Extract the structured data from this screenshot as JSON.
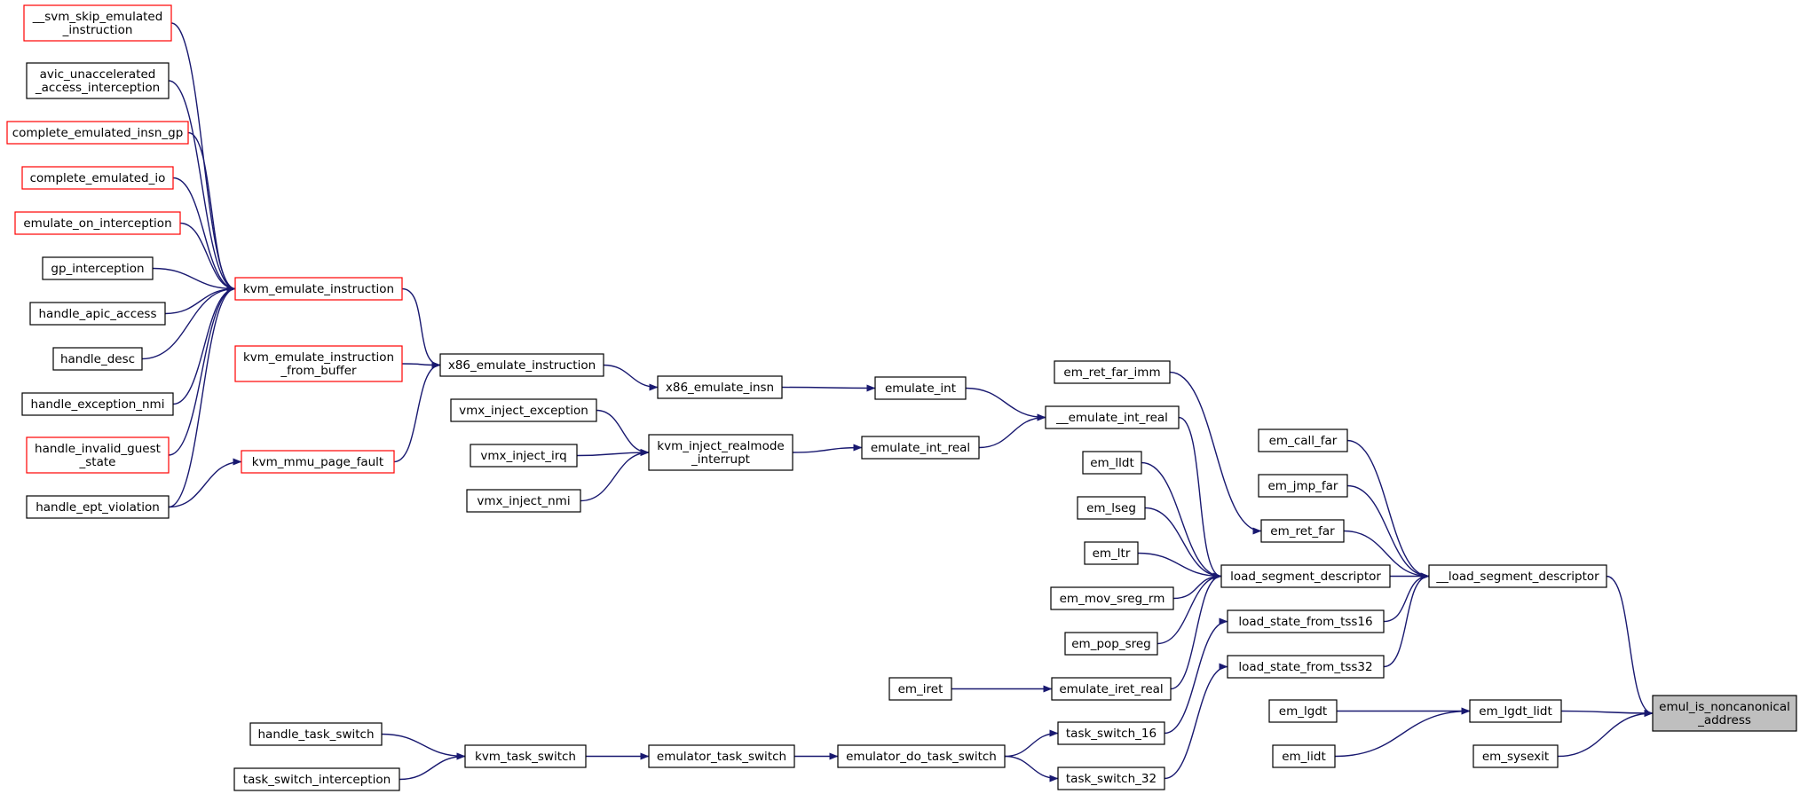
{
  "graph": {
    "direction": "right-to-left caller graph",
    "colors": {
      "edge": "#191970",
      "node_border": "#000000",
      "truncated_node_border": "#ff0000",
      "root_fill": "#bfbfbf"
    },
    "nodes": [
      {
        "id": "root",
        "lines": [
          "emul_is_noncanonical",
          "_address"
        ],
        "style": "root"
      },
      {
        "id": "lsd2",
        "lines": [
          "__load_segment_descriptor"
        ],
        "style": "normal"
      },
      {
        "id": "lgdtlidt",
        "lines": [
          "em_lgdt_lidt"
        ],
        "style": "normal"
      },
      {
        "id": "sysexit",
        "lines": [
          "em_sysexit"
        ],
        "style": "normal"
      },
      {
        "id": "callfar",
        "lines": [
          "em_call_far"
        ],
        "style": "normal"
      },
      {
        "id": "jmpfar",
        "lines": [
          "em_jmp_far"
        ],
        "style": "normal"
      },
      {
        "id": "retfar",
        "lines": [
          "em_ret_far"
        ],
        "style": "normal"
      },
      {
        "id": "lsd",
        "lines": [
          "load_segment_descriptor"
        ],
        "style": "normal"
      },
      {
        "id": "tss16",
        "lines": [
          "load_state_from_tss16"
        ],
        "style": "normal"
      },
      {
        "id": "tss32",
        "lines": [
          "load_state_from_tss32"
        ],
        "style": "normal"
      },
      {
        "id": "lgdt",
        "lines": [
          "em_lgdt"
        ],
        "style": "normal"
      },
      {
        "id": "lidt",
        "lines": [
          "em_lidt"
        ],
        "style": "normal"
      },
      {
        "id": "retfarimm",
        "lines": [
          "em_ret_far_imm"
        ],
        "style": "normal"
      },
      {
        "id": "emuintreal2",
        "lines": [
          "__emulate_int_real"
        ],
        "style": "normal"
      },
      {
        "id": "lldt",
        "lines": [
          "em_lldt"
        ],
        "style": "normal"
      },
      {
        "id": "lseg",
        "lines": [
          "em_lseg"
        ],
        "style": "normal"
      },
      {
        "id": "ltr",
        "lines": [
          "em_ltr"
        ],
        "style": "normal"
      },
      {
        "id": "movsreg",
        "lines": [
          "em_mov_sreg_rm"
        ],
        "style": "normal"
      },
      {
        "id": "popsreg",
        "lines": [
          "em_pop_sreg"
        ],
        "style": "normal"
      },
      {
        "id": "iretreal",
        "lines": [
          "emulate_iret_real"
        ],
        "style": "normal"
      },
      {
        "id": "ts16",
        "lines": [
          "task_switch_16"
        ],
        "style": "normal"
      },
      {
        "id": "ts32",
        "lines": [
          "task_switch_32"
        ],
        "style": "normal"
      },
      {
        "id": "emuint",
        "lines": [
          "emulate_int"
        ],
        "style": "normal"
      },
      {
        "id": "emuintreal",
        "lines": [
          "emulate_int_real"
        ],
        "style": "normal"
      },
      {
        "id": "iret",
        "lines": [
          "em_iret"
        ],
        "style": "normal"
      },
      {
        "id": "edts",
        "lines": [
          "emulator_do_task_switch"
        ],
        "style": "normal"
      },
      {
        "id": "x86insn",
        "lines": [
          "x86_emulate_insn"
        ],
        "style": "normal"
      },
      {
        "id": "kirm",
        "lines": [
          "kvm_inject_realmode",
          "_interrupt"
        ],
        "style": "normal"
      },
      {
        "id": "ets",
        "lines": [
          "emulator_task_switch"
        ],
        "style": "normal"
      },
      {
        "id": "x86ei",
        "lines": [
          "x86_emulate_instruction"
        ],
        "style": "normal"
      },
      {
        "id": "vmxexc",
        "lines": [
          "vmx_inject_exception"
        ],
        "style": "normal"
      },
      {
        "id": "vmxirq",
        "lines": [
          "vmx_inject_irq"
        ],
        "style": "normal"
      },
      {
        "id": "vmxnmi",
        "lines": [
          "vmx_inject_nmi"
        ],
        "style": "normal"
      },
      {
        "id": "kts",
        "lines": [
          "kvm_task_switch"
        ],
        "style": "normal"
      },
      {
        "id": "kei",
        "lines": [
          "kvm_emulate_instruction"
        ],
        "style": "truncated"
      },
      {
        "id": "keifb",
        "lines": [
          "kvm_emulate_instruction",
          "_from_buffer"
        ],
        "style": "truncated"
      },
      {
        "id": "kmpf",
        "lines": [
          "kvm_mmu_page_fault"
        ],
        "style": "truncated"
      },
      {
        "id": "hts",
        "lines": [
          "handle_task_switch"
        ],
        "style": "normal"
      },
      {
        "id": "tsi",
        "lines": [
          "task_switch_interception"
        ],
        "style": "normal"
      },
      {
        "id": "svmskip",
        "lines": [
          "__svm_skip_emulated",
          "_instruction"
        ],
        "style": "truncated"
      },
      {
        "id": "avic",
        "lines": [
          "avic_unaccelerated",
          "_access_interception"
        ],
        "style": "normal"
      },
      {
        "id": "ceigp",
        "lines": [
          "complete_emulated_insn_gp"
        ],
        "style": "truncated"
      },
      {
        "id": "ceio",
        "lines": [
          "complete_emulated_io"
        ],
        "style": "truncated"
      },
      {
        "id": "eoi",
        "lines": [
          "emulate_on_interception"
        ],
        "style": "truncated"
      },
      {
        "id": "gpi",
        "lines": [
          "gp_interception"
        ],
        "style": "normal"
      },
      {
        "id": "haa",
        "lines": [
          "handle_apic_access"
        ],
        "style": "normal"
      },
      {
        "id": "hdesc",
        "lines": [
          "handle_desc"
        ],
        "style": "normal"
      },
      {
        "id": "hexnmi",
        "lines": [
          "handle_exception_nmi"
        ],
        "style": "normal"
      },
      {
        "id": "higs",
        "lines": [
          "handle_invalid_guest",
          "_state"
        ],
        "style": "truncated"
      },
      {
        "id": "hev",
        "lines": [
          "handle_ept_violation"
        ],
        "style": "normal"
      }
    ],
    "edges": [
      [
        "lsd2",
        "root"
      ],
      [
        "lgdtlidt",
        "root"
      ],
      [
        "sysexit",
        "root"
      ],
      [
        "callfar",
        "lsd2"
      ],
      [
        "jmpfar",
        "lsd2"
      ],
      [
        "retfar",
        "lsd2"
      ],
      [
        "lsd",
        "lsd2"
      ],
      [
        "tss16",
        "lsd2"
      ],
      [
        "tss32",
        "lsd2"
      ],
      [
        "lgdt",
        "lgdtlidt"
      ],
      [
        "lidt",
        "lgdtlidt"
      ],
      [
        "retfarimm",
        "retfar"
      ],
      [
        "emuintreal2",
        "lsd"
      ],
      [
        "lldt",
        "lsd"
      ],
      [
        "lseg",
        "lsd"
      ],
      [
        "ltr",
        "lsd"
      ],
      [
        "movsreg",
        "lsd"
      ],
      [
        "popsreg",
        "lsd"
      ],
      [
        "iretreal",
        "lsd"
      ],
      [
        "ts16",
        "tss16"
      ],
      [
        "ts32",
        "tss32"
      ],
      [
        "emuint",
        "emuintreal2"
      ],
      [
        "emuintreal",
        "emuintreal2"
      ],
      [
        "iret",
        "iretreal"
      ],
      [
        "edts",
        "ts16"
      ],
      [
        "edts",
        "ts32"
      ],
      [
        "x86insn",
        "emuint"
      ],
      [
        "kirm",
        "emuintreal"
      ],
      [
        "ets",
        "edts"
      ],
      [
        "x86ei",
        "x86insn"
      ],
      [
        "vmxexc",
        "kirm"
      ],
      [
        "vmxirq",
        "kirm"
      ],
      [
        "vmxnmi",
        "kirm"
      ],
      [
        "kts",
        "ets"
      ],
      [
        "kei",
        "x86ei"
      ],
      [
        "keifb",
        "x86ei"
      ],
      [
        "kmpf",
        "x86ei"
      ],
      [
        "hts",
        "kts"
      ],
      [
        "tsi",
        "kts"
      ],
      [
        "svmskip",
        "kei"
      ],
      [
        "avic",
        "kei"
      ],
      [
        "ceigp",
        "kei"
      ],
      [
        "ceio",
        "kei"
      ],
      [
        "eoi",
        "kei"
      ],
      [
        "gpi",
        "kei"
      ],
      [
        "haa",
        "kei"
      ],
      [
        "hdesc",
        "kei"
      ],
      [
        "hexnmi",
        "kei"
      ],
      [
        "higs",
        "kei"
      ],
      [
        "hev",
        "kei"
      ],
      [
        "hev",
        "kmpf"
      ]
    ]
  }
}
